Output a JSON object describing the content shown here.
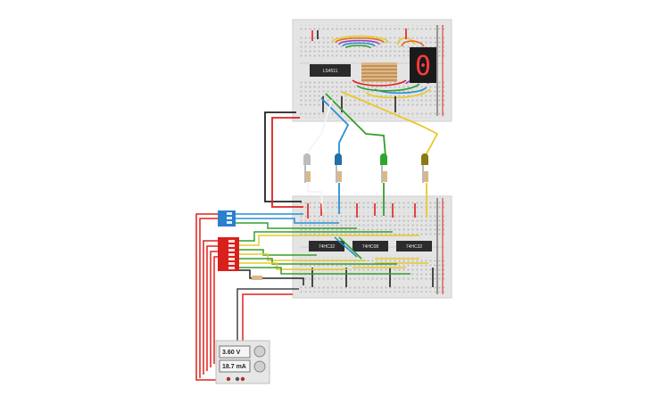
{
  "top_board": {
    "decoder_chip_label": "LS4511",
    "display_digit": "0"
  },
  "bottom_board": {
    "chips": [
      {
        "label": "74HC32"
      },
      {
        "label": "74HC08"
      },
      {
        "label": "74HC32"
      }
    ]
  },
  "leds": [
    {
      "color": "#bdbdbd"
    },
    {
      "color": "#1f6fa8"
    },
    {
      "color": "#2ea52e"
    },
    {
      "color": "#8a7a12"
    }
  ],
  "power_supply": {
    "voltage": "3.60 V",
    "current": "18.7 mA"
  },
  "colors": {
    "red_wire": "#e0201c",
    "black_wire": "#222222",
    "yellow_wire": "#e8c82a",
    "green_wire": "#33a02c",
    "blue_wire": "#2a8fd6",
    "white_wire": "#f0f0f0",
    "dip_blue": "#2a7fcf",
    "dip_red": "#d8201c"
  }
}
